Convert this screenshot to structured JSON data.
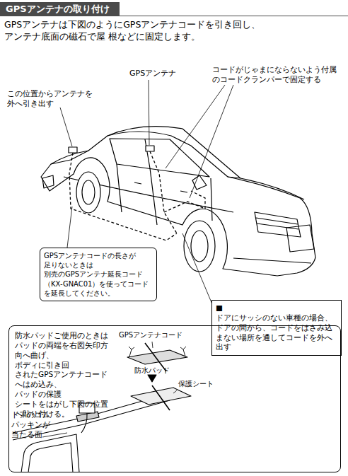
{
  "diagram": {
    "title": "GPSアンテナの取り付け",
    "nodes": [
      {
        "text": [
          "GPSアンテナコードの長さが 足りないときは 別売のGPSアンテナ延長コード （KX-GNAC01）を使ってコード を延長してください。"
        ]
      },
      {
        "text": [
          "■ドアにサッシのない車種の場合、 ドアの間から、コードをはさみ込 まない場所を通してコードを外へ 出す"
        ]
      },
      {
        "text": [
          "防水パッドご使用のときは パッドの両端を右図矢印方 向へ曲げ、ボディに引き回 されたGPSアンテナコード へはめ込み、パッドの保護 シートをはがし下図の位置 へ貼り付ける。"
        ]
      }
    ],
    "labels": [
      "GPSアンテナは下図のようにGPSアンテナコードを引き回し、アンテナ底面の磁石で屋 根などに固定します。",
      "GPSアンテナ",
      "コードがじゃまにならないよう付属 のコードクランパーで固定する",
      "この位置からアンテナを 外へ引き出す",
      "GPSアンテナコード",
      "防水パッド",
      "保護シート",
      "ドアのゴム パッキンが 当たる面"
    ]
  }
}
